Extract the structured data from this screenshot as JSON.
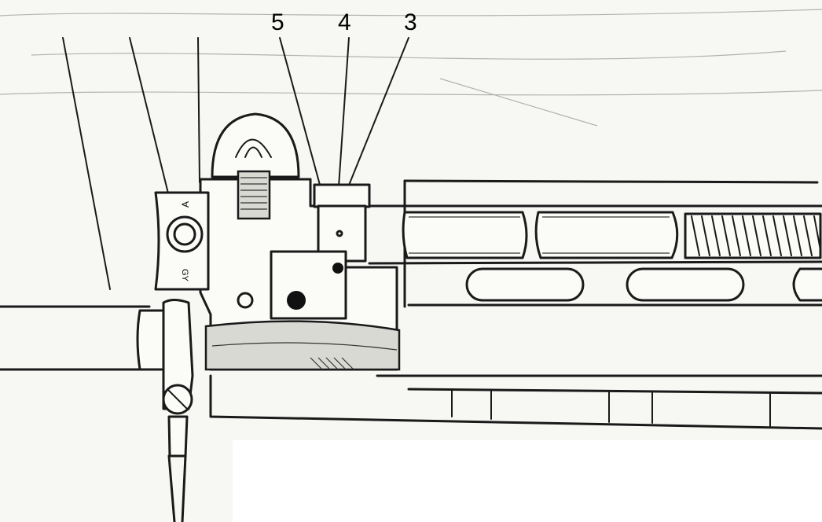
{
  "diagram": {
    "callouts": [
      {
        "id": "5",
        "label": "5"
      },
      {
        "id": "4",
        "label": "4"
      },
      {
        "id": "3",
        "label": "3"
      }
    ],
    "markings": {
      "top_letter": "A",
      "bottom_letters": "GY"
    }
  }
}
